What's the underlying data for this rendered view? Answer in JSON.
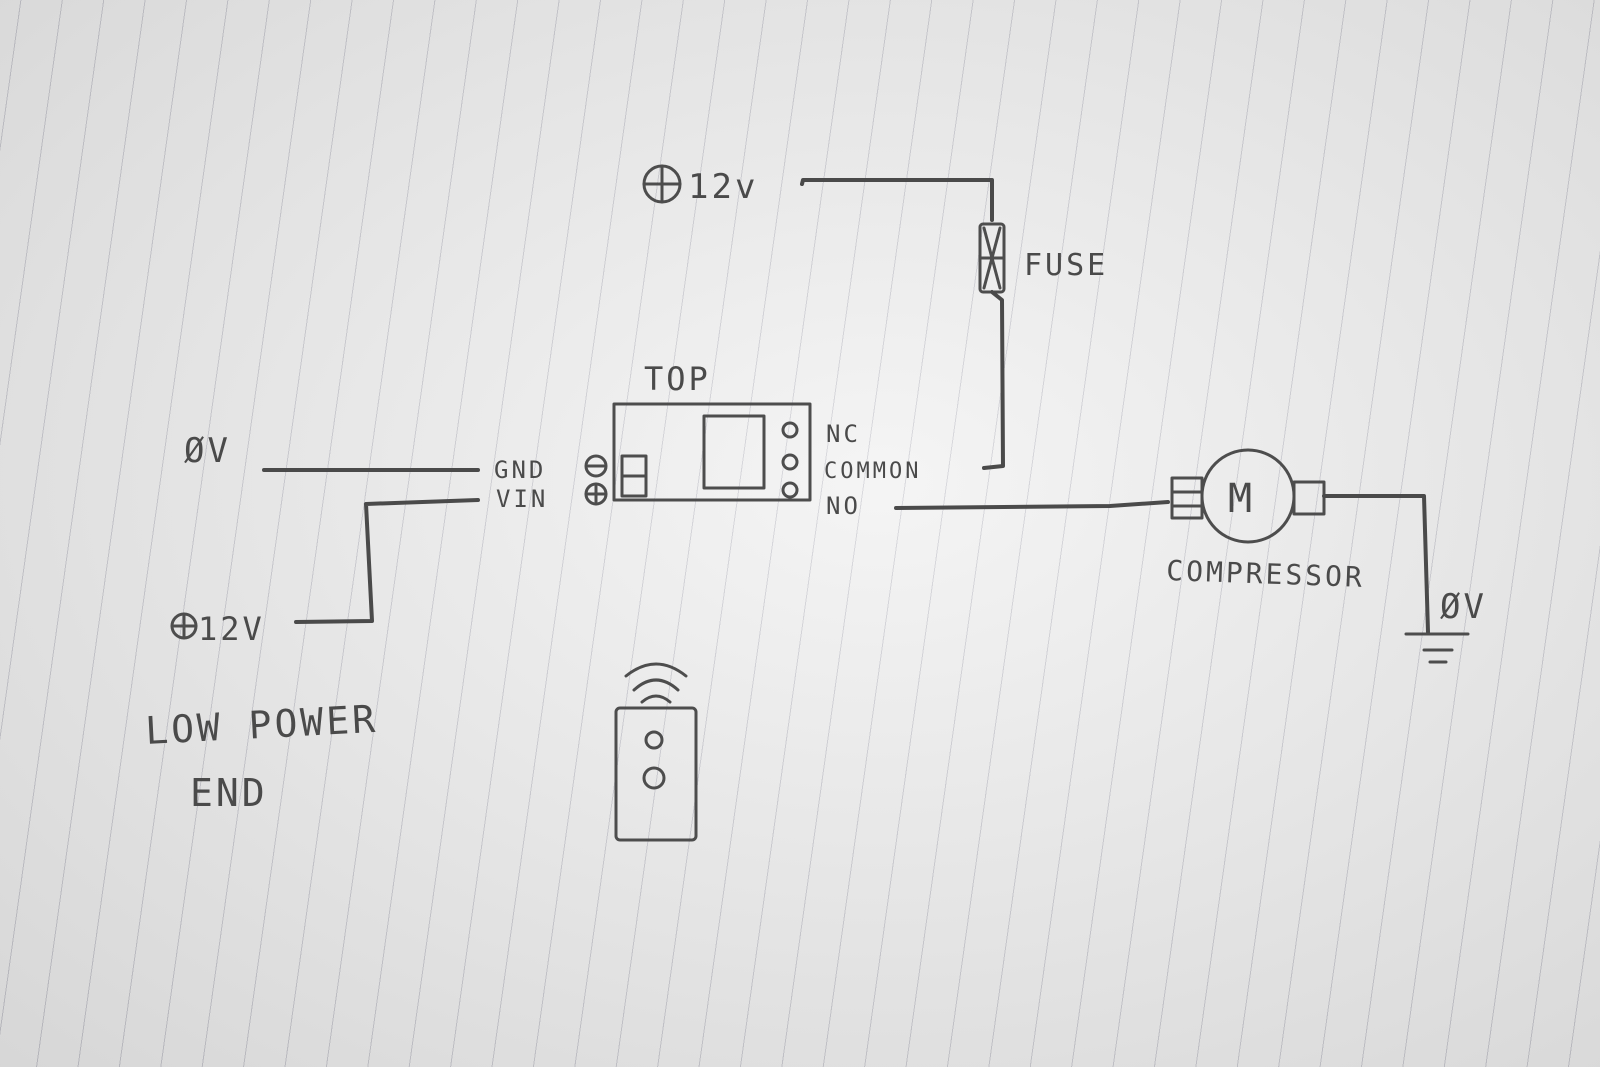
{
  "supply_top": {
    "voltage": "12v"
  },
  "fuse": {
    "label": "FUSE"
  },
  "relay": {
    "side_label": "TOP",
    "pins_in": {
      "gnd": "GND",
      "vin": "VIN"
    },
    "pins_out": {
      "nc": "NC",
      "common": "COMMON",
      "no": "NO"
    }
  },
  "left_power": {
    "zero_v": "ØV",
    "plus_12v": "12V"
  },
  "low_power_end": {
    "line1": "LOW POWER",
    "line2": "END"
  },
  "compressor": {
    "symbol": "M",
    "label": "COMPRESSOR"
  },
  "ground": {
    "label": "ØV"
  },
  "icons": [
    "plus-terminal-icon",
    "minus-terminal-icon",
    "motor-icon",
    "fuse-icon",
    "ground-icon",
    "wireless-signal-icon",
    "remote-control-icon"
  ],
  "colors": {
    "pencil": "#4a4a4a",
    "paper": "#efefef",
    "ruled_line": "#9a9aa8"
  }
}
